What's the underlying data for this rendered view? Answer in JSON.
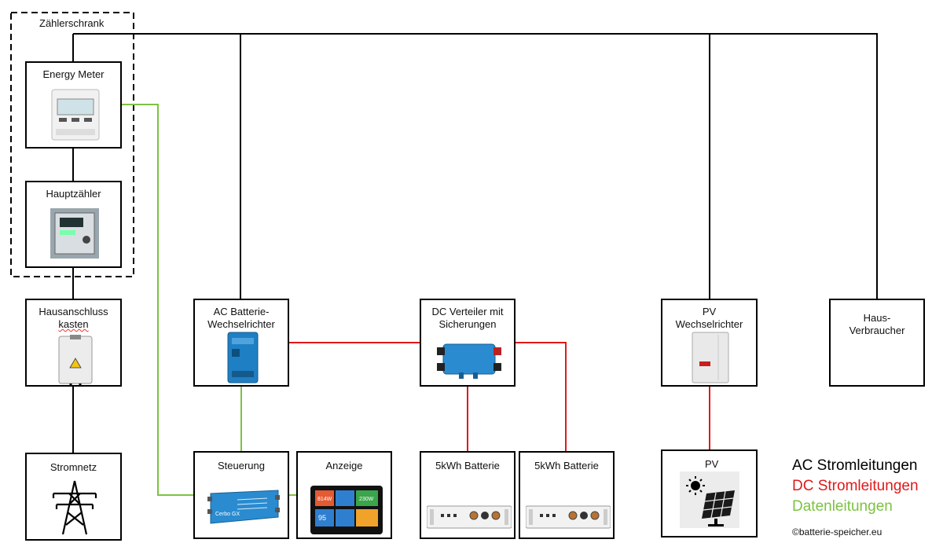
{
  "frame": {
    "title": "Zählerschrank"
  },
  "nodes": {
    "energy_meter": {
      "label": "Energy Meter",
      "icon": "energy-meter-icon"
    },
    "hauptzaehler": {
      "label": "Hauptzähler",
      "icon": "electricity-meter-icon"
    },
    "hausanschluss": {
      "label_line1": "Hausanschluss",
      "label_line2": "kasten",
      "icon": "junction-box-icon"
    },
    "stromnetz": {
      "label": "Stromnetz",
      "icon": "power-pylon-icon"
    },
    "ac_inverter": {
      "label_line1": "AC Batterie-",
      "label_line2": "Wechselrichter",
      "icon": "battery-inverter-icon"
    },
    "dc_verteiler": {
      "label_line1": "DC Verteiler mit",
      "label_line2": "Sicherungen",
      "icon": "dc-distributor-icon"
    },
    "pv_inverter": {
      "label_line1": "PV",
      "label_line2": "Wechselrichter",
      "icon": "pv-inverter-icon"
    },
    "haus": {
      "label_line1": "Haus-",
      "label_line2": "Verbraucher"
    },
    "steuerung": {
      "label": "Steuerung",
      "icon": "cerbo-controller-icon"
    },
    "anzeige": {
      "label": "Anzeige",
      "icon": "touch-display-icon"
    },
    "batterie1": {
      "label": "5kWh Batterie",
      "icon": "battery-module-icon"
    },
    "batterie2": {
      "label": "5kWh Batterie",
      "icon": "battery-module-icon"
    },
    "pv": {
      "label": "PV",
      "icon": "solar-panel-icon"
    }
  },
  "display_values": {
    "tile1": "814W",
    "tile2": "230W",
    "tile3": "95"
  },
  "controller_text": "Cerbo GX",
  "legend": {
    "ac": {
      "label": "AC Stromleitungen",
      "color": "#000000"
    },
    "dc": {
      "label": "DC Stromleitungen",
      "color": "#e0191b"
    },
    "data": {
      "label": "Datenleitungen",
      "color": "#7dc242"
    }
  },
  "copyright": "©batterie-speicher.eu"
}
